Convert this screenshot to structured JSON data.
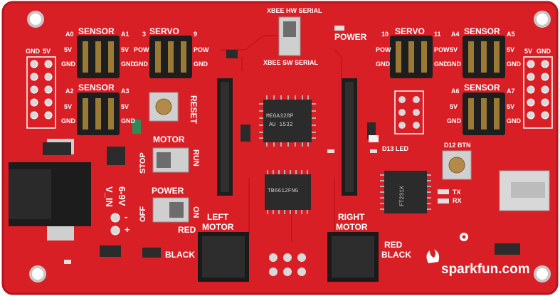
{
  "board": {
    "silkscreen": {
      "sensor": "SENSOR",
      "servo": "SERVO",
      "power": "POWER",
      "motor": "MOTOR",
      "reset": "RESET",
      "stop": "STOP",
      "run": "RUN",
      "off": "OFF",
      "on": "ON",
      "left_motor_1": "LEFT",
      "left_motor_2": "MOTOR",
      "right_motor_1": "RIGHT",
      "right_motor_2": "MOTOR",
      "red": "RED",
      "black": "BLACK",
      "v_in": "V_IN",
      "v_range": "6-9V",
      "xbee_hw": "XBEE HW SERIAL",
      "xbee_sw": "XBEE SW SERIAL",
      "d13_led": "D13 LED",
      "d12_btn": "D12 BTN",
      "tx": "TX",
      "rx": "RX",
      "gnd": "GND",
      "five_v": "5V",
      "pow": "POW",
      "a0": "A0",
      "a1": "A1",
      "a2": "A2",
      "a3": "A3",
      "a4": "A4",
      "a5": "A5",
      "a6": "A6",
      "a7": "A7",
      "d10": "10",
      "d11": "11",
      "d3": "3",
      "d9": "9",
      "plus": "+",
      "minus": "-"
    },
    "chips": {
      "mcu_line1": "MEGA328P",
      "mcu_line2": "AU 1532",
      "driver_line1": "TB6612FNG",
      "ftdi_line1": "FT231X"
    },
    "logo": "sparkfun.com",
    "colors": {
      "pcb": "#d91f26",
      "pcb_dark": "#b5161c",
      "silk": "#ffffff",
      "chip": "#2b2b2b",
      "header": "#1e1e1e",
      "pin": "#c9a24a",
      "pad": "#d9d9d9"
    }
  }
}
